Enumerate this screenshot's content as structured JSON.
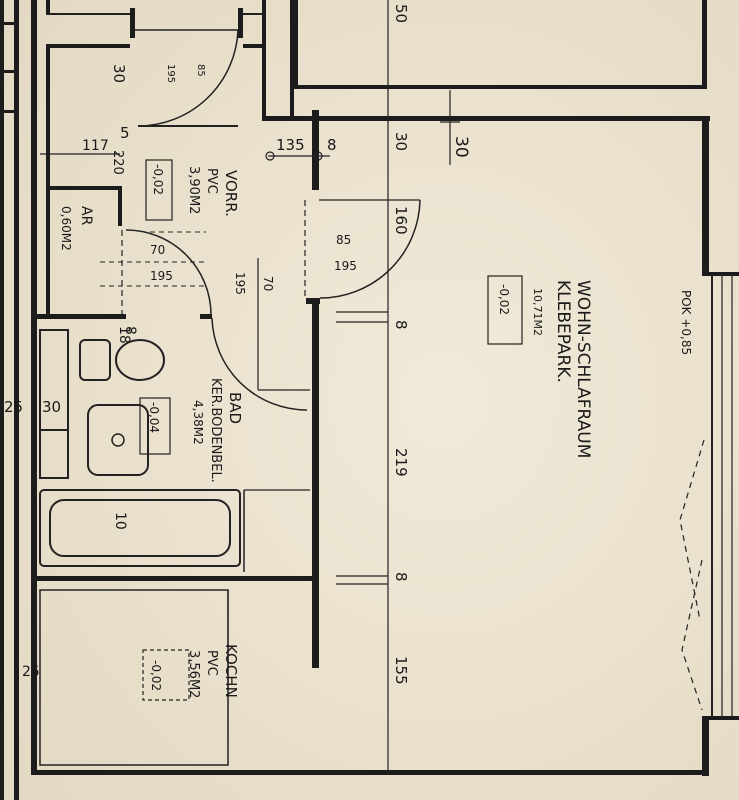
{
  "rooms": {
    "vorraum": {
      "name": "VORR.",
      "floor": "PVC",
      "area": "3,90M2",
      "level": "-0,02"
    },
    "abstellraum": {
      "name": "AR",
      "area": "0,60M2"
    },
    "bad": {
      "name": "BAD",
      "floor": "KER.BODENBEL.",
      "area": "4,38M2",
      "level": "-0,04"
    },
    "wohnraum": {
      "name": "WOHN-SCHLAFRAUM",
      "floor": "KLEBEPARK.",
      "area": "10,71M2",
      "level": "-0,02"
    },
    "kochn": {
      "name": "KOCHN",
      "floor": "PVC",
      "area": "3,56M2",
      "level": "-0,02"
    }
  },
  "pok_label": "POK +0,85",
  "dimensions": {
    "d50": "50",
    "d30a": "30",
    "d195a": "195",
    "d85a": "85",
    "d117": "117",
    "d5": "5",
    "d220": "220",
    "d135": "135",
    "d8a": "8",
    "d30b": "30",
    "d30c": "30",
    "d160": "160",
    "d85b": "85",
    "d195b": "195",
    "d70a": "70",
    "d195c": "195",
    "d70b": "70",
    "d195d": "195",
    "d8b": "8",
    "d18": "18",
    "d8c": "8",
    "d25a": "25",
    "d30d": "30",
    "d10": "10",
    "d219": "219",
    "d8d": "8",
    "d25b": "25",
    "d155": "155"
  }
}
